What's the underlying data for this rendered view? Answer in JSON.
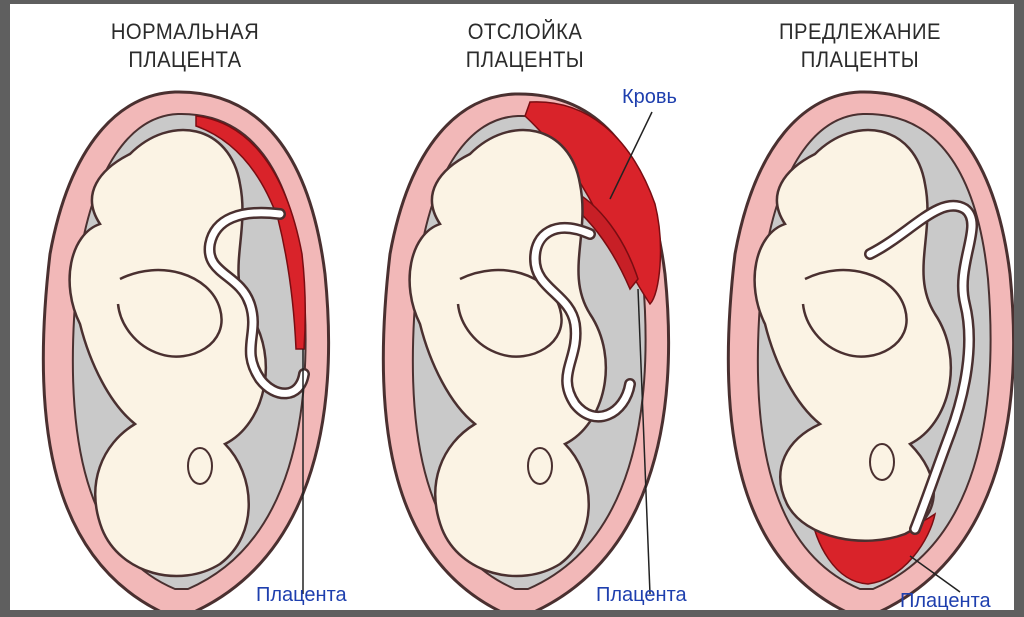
{
  "panels": [
    {
      "title_line1": "НОРМАЛЬНАЯ",
      "title_line2": "ПЛАЦЕНТА",
      "placenta_label": "Плацента"
    },
    {
      "title_line1": "ОТСЛОЙКА",
      "title_line2": "ПЛАЦЕНТЫ",
      "blood_label": "Кровь",
      "placenta_label": "Плацента"
    },
    {
      "title_line1": "ПРЕДЛЕЖАНИЕ",
      "title_line2": "ПЛАЦЕНТЫ",
      "placenta_label": "Плацента"
    }
  ],
  "colors": {
    "uterus_wall": "#f2b8b8",
    "uterus_outline": "#4a3030",
    "amniotic": "#c9c9c9",
    "fetus": "#fbf3e4",
    "placenta": "#d9232a",
    "label_text": "#1e3fae"
  }
}
